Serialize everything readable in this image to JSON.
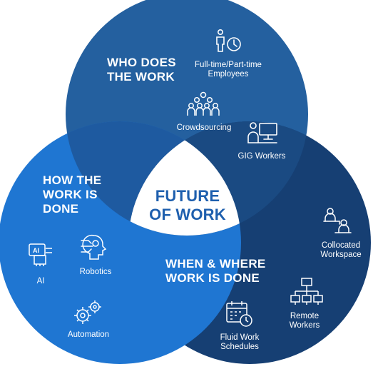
{
  "center": {
    "title": "FUTURE\nOF WORK"
  },
  "circles": {
    "who": {
      "heading": "WHO DOES\nTHE WORK",
      "items": [
        {
          "label": "Full-time/Part-time\nEmployees",
          "icon": "person-clock-icon"
        },
        {
          "label": "Crowdsourcing",
          "icon": "crowd-icon"
        },
        {
          "label": "GIG Workers",
          "icon": "person-computer-icon"
        }
      ]
    },
    "how": {
      "heading": "HOW THE\nWORK IS\nDONE",
      "items": [
        {
          "label": "AI",
          "icon": "ai-chip-icon"
        },
        {
          "label": "Robotics",
          "icon": "robot-head-icon"
        },
        {
          "label": "Automation",
          "icon": "gears-icon"
        }
      ]
    },
    "when": {
      "heading": "WHEN & WHERE\nWORK IS DONE",
      "items": [
        {
          "label": "Collocated\nWorkspace",
          "icon": "coworkers-icon"
        },
        {
          "label": "Remote\nWorkers",
          "icon": "network-computers-icon"
        },
        {
          "label": "Fluid Work\nSchedules",
          "icon": "calendar-clock-icon"
        }
      ]
    }
  },
  "colors": {
    "who": "#24609f",
    "how": "#1f76d2",
    "when": "#163f73",
    "overlap": "#1b3f6e",
    "center_fill": "#ffffff",
    "center_text": "#1e5fae"
  }
}
